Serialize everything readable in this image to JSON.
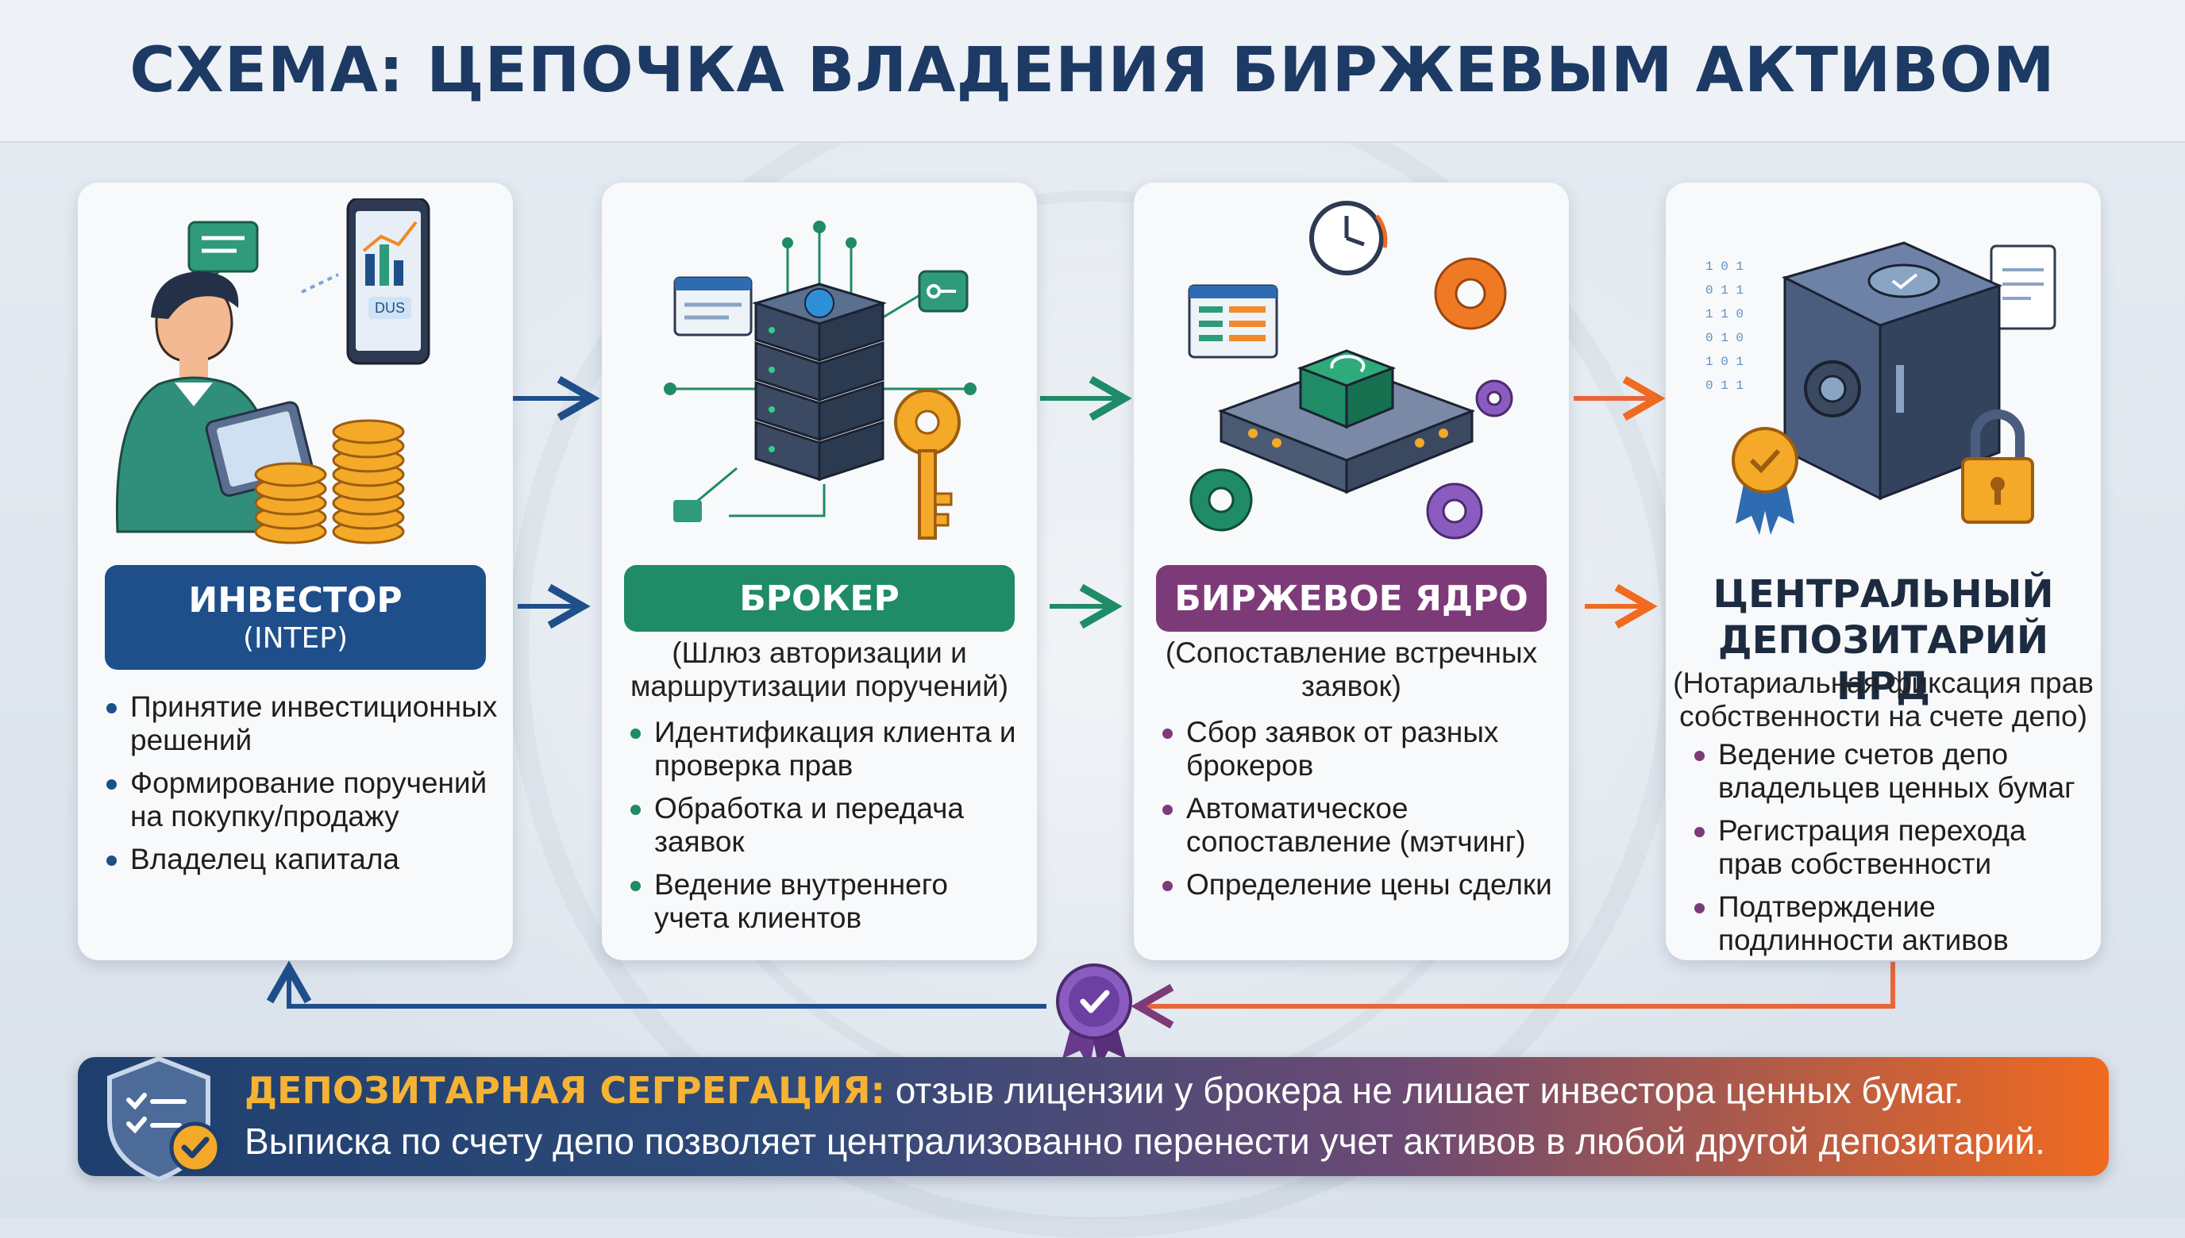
{
  "title": "СХЕМА: ЦЕПОЧКА ВЛАДЕНИЯ БИРЖЕВЫМ АКТИВОМ",
  "investor": {
    "name": "ИНВЕСТОР",
    "sub": "(INTEP)",
    "phone_label": "DUS",
    "bullets": [
      "Принятие инвестиционных решений",
      "Формирование поручений на покупку/продажу",
      "Владелец капитала"
    ]
  },
  "broker": {
    "name": "БРОКЕР",
    "desc": "(Шлюз авторизации и маршрутизации поручений)",
    "bullets": [
      "Идентификация клиента и проверка прав",
      "Обработка и передача заявок",
      "Ведение внутреннего учета клиентов"
    ]
  },
  "exchange": {
    "name": "БИРЖЕВОЕ ЯДРО",
    "desc": "(Сопоставление встречных заявок)",
    "bullets": [
      "Сбор заявок от разных брокеров",
      "Автоматическое сопоставление (мэтчинг)",
      "Определение цены сделки"
    ]
  },
  "depository": {
    "name": "ЦЕНТРАЛЬНЫЙ ДЕПОЗИТАРИЙ НРД",
    "desc": "(Нотариальная фиксация прав собственности на счете депо)",
    "bullets": [
      "Ведение счетов депо владельцев ценных бумаг",
      "Регистрация перехода прав собственности",
      "Подтверждение подлинности активов"
    ]
  },
  "banner": {
    "highlight": "ДЕПОЗИТАРНАЯ СЕГРЕГАЦИЯ:",
    "line1": " отзыв лицензии у брокера не лишает инвестора ценных бумаг.",
    "line2": "Выписка по счету депо позволяет централизованно перенести учет активов в любой другой депозитарий."
  },
  "colors": {
    "investor": "#1f4f8a",
    "broker": "#1f8b67",
    "exchange": "#7d3a78",
    "depository_arrow": "#f06a20"
  },
  "icons": [
    "investor-person-icon",
    "smartphone-chart-icon",
    "coins-icon",
    "server-rack-icon",
    "key-icon",
    "clock-icon",
    "gear-icon",
    "matching-engine-icon",
    "safe-vault-icon",
    "padlock-icon",
    "certificate-seal-icon",
    "shield-checklist-icon"
  ]
}
